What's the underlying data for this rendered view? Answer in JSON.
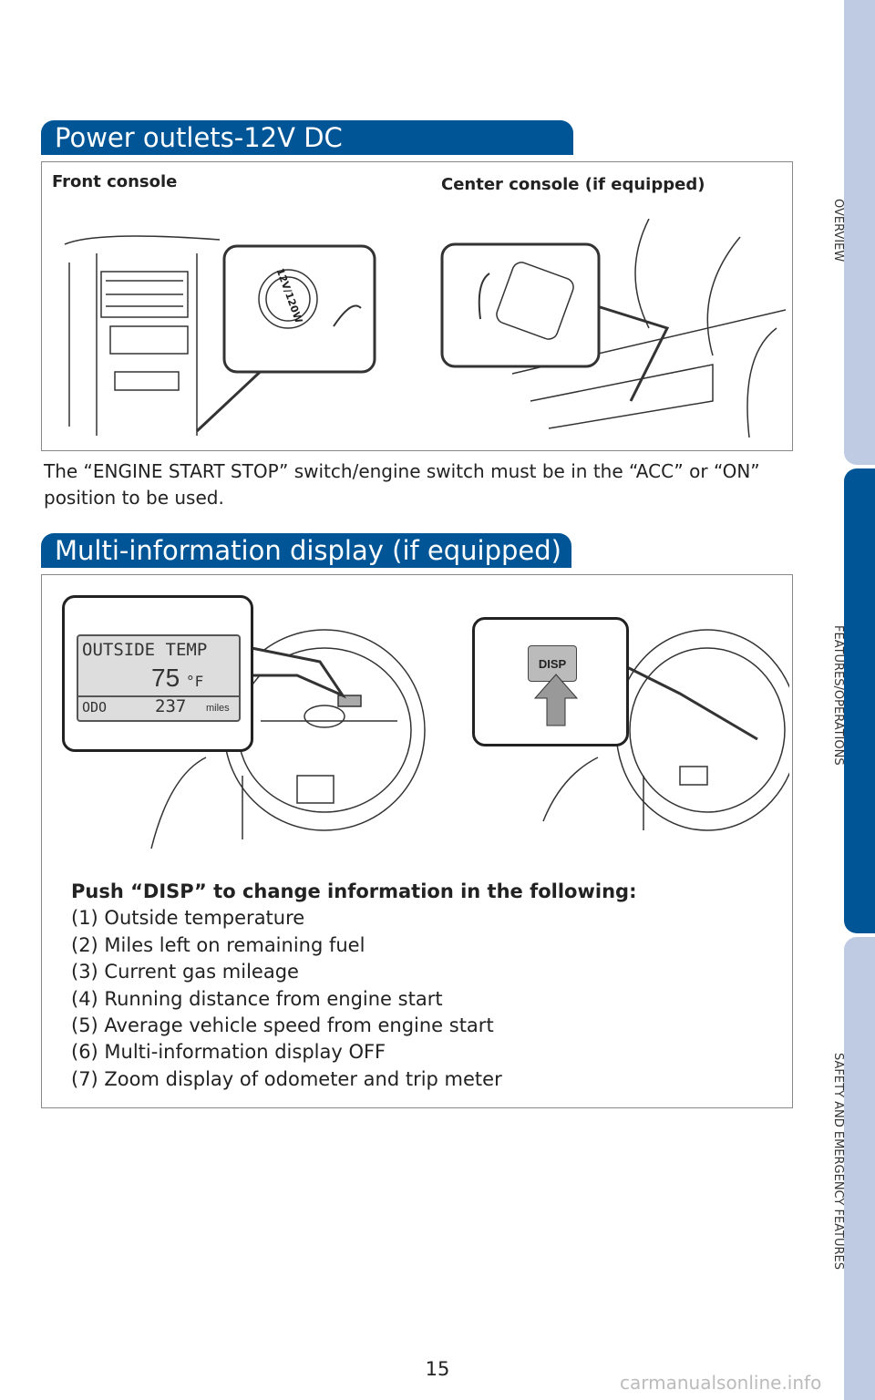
{
  "power": {
    "title": "Power outlets-12V DC",
    "front_label": "Front console",
    "center_label": "Center console (if equipped)",
    "outlet_text": "12V/120W",
    "note": "The “ENGINE START STOP” switch/engine switch must be in the “ACC” or “ON” position to be used."
  },
  "mid": {
    "title": "Multi-information display (if equipped)",
    "display": {
      "line1": "OUTSIDE TEMP",
      "temp": "75",
      "unit": "°F",
      "odo_label": "ODO",
      "odo": "237",
      "odo_unit": "miles"
    },
    "button": "DISP",
    "heading": "Push “DISP” to change information in the following:",
    "items": [
      "(1) Outside temperature",
      "(2) Miles left on remaining fuel",
      "(3) Current gas mileage",
      "(4) Running distance from engine start",
      "(5) Average vehicle speed from engine start",
      "(6) Multi-information display OFF",
      "(7) Zoom display of odometer and trip meter"
    ]
  },
  "tabs": [
    "OVERVIEW",
    "FEATURES/OPERATIONS",
    "SAFETY AND EMERGENCY FEATURES"
  ],
  "colors": {
    "brand": "#005596",
    "tab_light": "#bfcae3"
  },
  "page_number": "15",
  "watermark": "carmanualsonline.info"
}
